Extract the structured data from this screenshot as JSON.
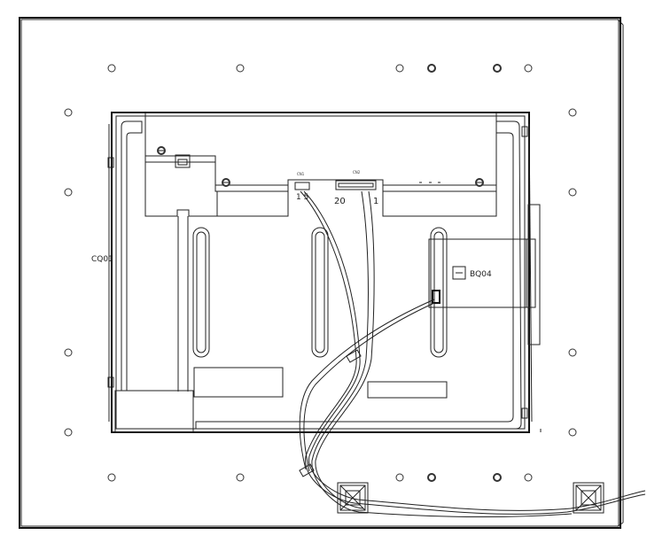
{
  "labels": {
    "left_component": "CQ01",
    "board": "BQ04",
    "connector_left_pins": "1 5",
    "connector_right_pin_20": "20",
    "connector_right_pin_1": "1",
    "connector_left_tag": "CN1",
    "connector_right_tag": "CN2"
  },
  "colors": {
    "line": "#222222",
    "background": "#ffffff"
  },
  "icons": {
    "mounting_hole": "circle",
    "cable_clamp": "square-x-clamp",
    "screw": "screw-head"
  }
}
